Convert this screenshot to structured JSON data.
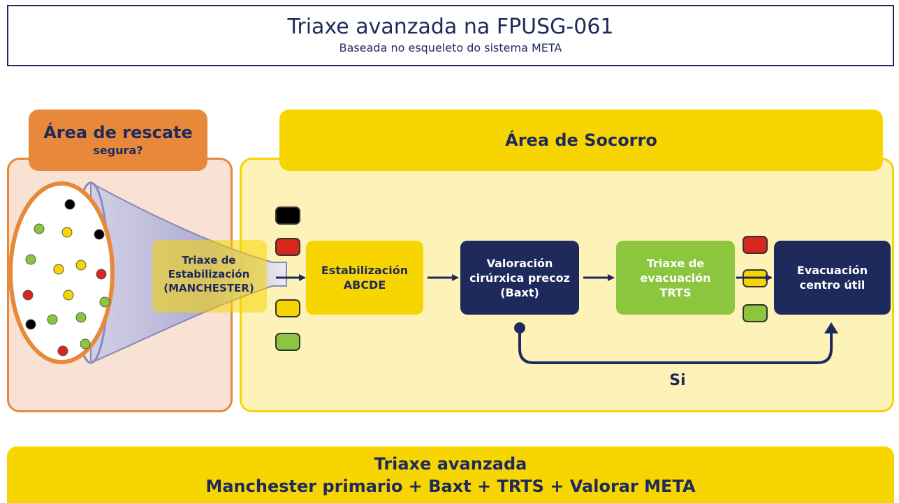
{
  "header": {
    "title": "Triaxe avanzada na FPUSG-061",
    "subtitle": "Baseada no esqueleto do sistema META"
  },
  "rescue_area": {
    "title_line1": "Área de rescate",
    "title_line2": "segura?",
    "funnel_label": [
      "Triaxe de",
      "Estabilización",
      "(MANCHESTER)"
    ]
  },
  "aid_area": {
    "title": "Área de Socorro"
  },
  "nodes": {
    "stabilization": [
      "Estabilización",
      "ABCDE"
    ],
    "surgical": [
      "Valoración",
      "cirúrxica precoz",
      "(Baxt)"
    ],
    "evac_triage": [
      "Triaxe de",
      "evacuación",
      "TRTS"
    ],
    "evacuation": [
      "Evacuación",
      "centro útil"
    ]
  },
  "loop": {
    "label": "Si"
  },
  "footer": {
    "line1": "Triaxe avanzada",
    "line2": "Manchester primario + Baxt + TRTS + Valorar META"
  },
  "colors": {
    "navy": "#1f2a5c",
    "orange": "#e8883a",
    "yellow": "#f7d500",
    "green": "#8cc63f",
    "red": "#d7261e",
    "black": "#000000"
  },
  "triage_squares_left": [
    "black",
    "red",
    "yellow",
    "green"
  ],
  "triage_squares_right": [
    "red",
    "yellow",
    "green"
  ]
}
